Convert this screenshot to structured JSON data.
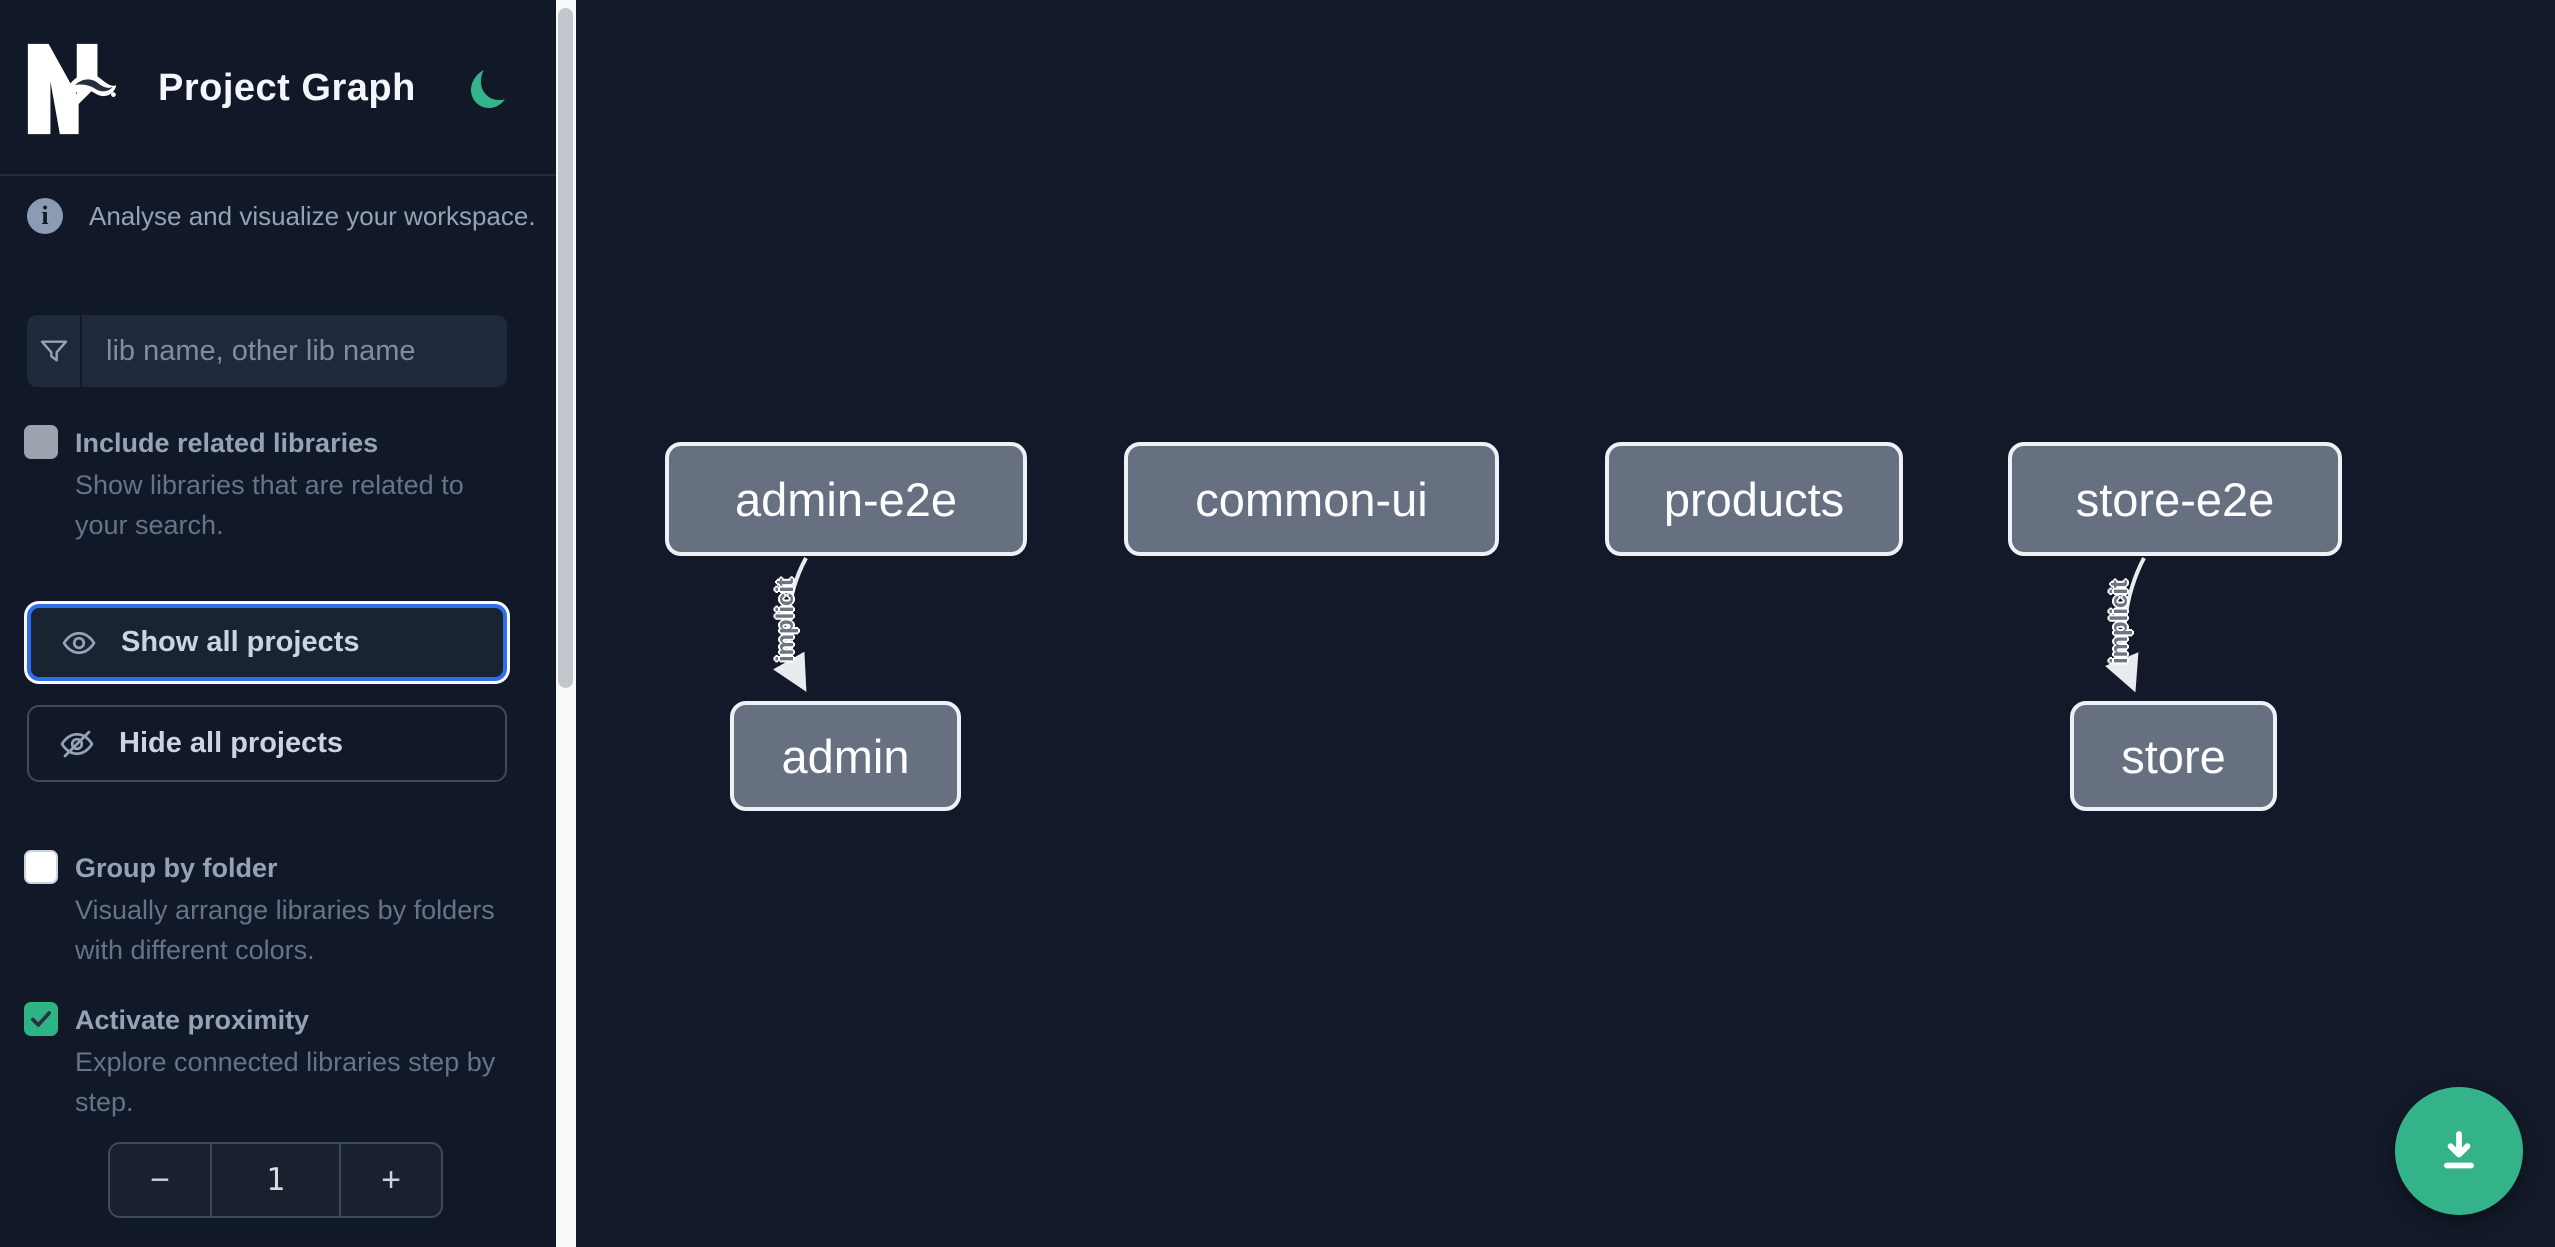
{
  "header": {
    "title": "Project Graph",
    "logo": "nx-logo",
    "theme_icon": "moon-icon",
    "accent_green": "#34b38b"
  },
  "sidebar": {
    "info_text": "Analyse and visualize your workspace.",
    "search": {
      "placeholder": "lib name, other lib name",
      "icon": "filter-funnel-icon"
    },
    "options": [
      {
        "label": "Include related libraries",
        "description": "Show libraries that are related to your search.",
        "checked": false
      },
      {
        "label": "Group by folder",
        "description": "Visually arrange libraries by folders with different colors.",
        "checked": false
      },
      {
        "label": "Activate proximity",
        "description": "Explore connected libraries step by step.",
        "checked": true
      }
    ],
    "buttons": [
      {
        "label": "Show all projects",
        "icon": "eye-icon",
        "focused": true,
        "focus_color": "#2f6feb"
      },
      {
        "label": "Hide all projects",
        "icon": "eye-off-icon",
        "focused": false
      }
    ],
    "proximity_stepper": {
      "decrement": "−",
      "value": "1",
      "increment": "+"
    }
  },
  "graph": {
    "nodes": [
      {
        "label": "admin-e2e"
      },
      {
        "label": "common-ui"
      },
      {
        "label": "products"
      },
      {
        "label": "store-e2e"
      },
      {
        "label": "admin"
      },
      {
        "label": "store"
      }
    ],
    "edges": [
      {
        "source": "admin-e2e",
        "target": "admin",
        "label": "implicit"
      },
      {
        "source": "store-e2e",
        "target": "store",
        "label": "implicit"
      }
    ],
    "node_fill": "#667080",
    "node_border": "#eef1f5",
    "edge_color": "#e8ecf1"
  },
  "fab": {
    "icon": "download-icon",
    "color": "#34b38b"
  }
}
